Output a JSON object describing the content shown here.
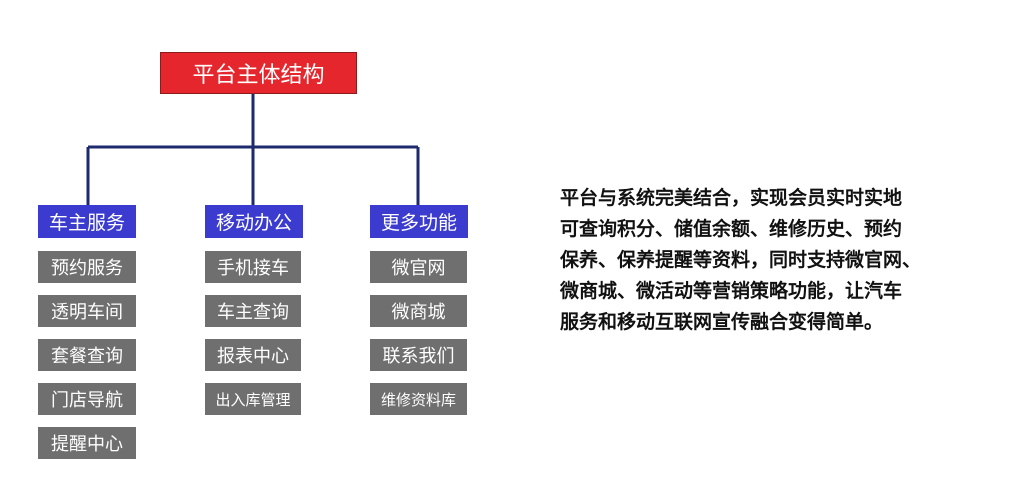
{
  "colors": {
    "root_fill": "#e5262d",
    "category_fill": "#3b3ccf",
    "item_fill": "#6f6f6f",
    "connector": "#1d2a6e"
  },
  "diagram": {
    "root": "平台主体结构",
    "columns": [
      {
        "category": "车主服务",
        "items": [
          "预约服务",
          "透明车间",
          "套餐查询",
          "门店导航",
          "提醒中心"
        ]
      },
      {
        "category": "移动办公",
        "items": [
          "手机接车",
          "车主查询",
          "报表中心",
          "出入库管理"
        ]
      },
      {
        "category": "更多功能",
        "items": [
          "微官网",
          "微商城",
          "联系我们",
          "维修资料库"
        ]
      }
    ]
  },
  "description": "平台与系统完美结合，实现会员实时实地\n可查询积分、储值余额、维修历史、预约\n保养、保养提醒等资料，同时支持微官网、\n微商城、微活动等营销策略功能，让汽车\n服务和移动互联网宣传融合变得简单。"
}
